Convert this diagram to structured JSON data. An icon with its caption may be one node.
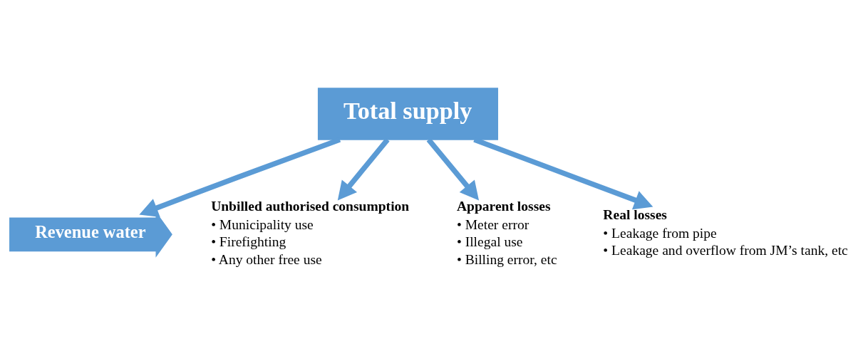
{
  "diagram": {
    "nodes": [
      {
        "text": [
          "Total supply"
        ]
      },
      {
        "text": [
          "Revenue water"
        ]
      },
      {
        "text": [
          "Unbilled authorised consumption",
          "• Municipality use",
          "• Firefighting",
          "• Any other free use"
        ]
      },
      {
        "text": [
          "Apparent losses",
          "• Meter error",
          "• Illegal use",
          "• Billing error, etc"
        ]
      },
      {
        "text": [
          "Real losses",
          "• Leakage from pipe",
          "• Leakage and overflow from JM’s tank, etc"
        ]
      }
    ],
    "edges": [
      {
        "from": 0,
        "to": 2,
        "arrow": "to"
      },
      {
        "from": 0,
        "to": 3,
        "arrow": "to"
      },
      {
        "from": 0,
        "to": 4,
        "arrow": "to"
      },
      {
        "from": 0,
        "to": 1,
        "arrow": "to"
      }
    ]
  }
}
